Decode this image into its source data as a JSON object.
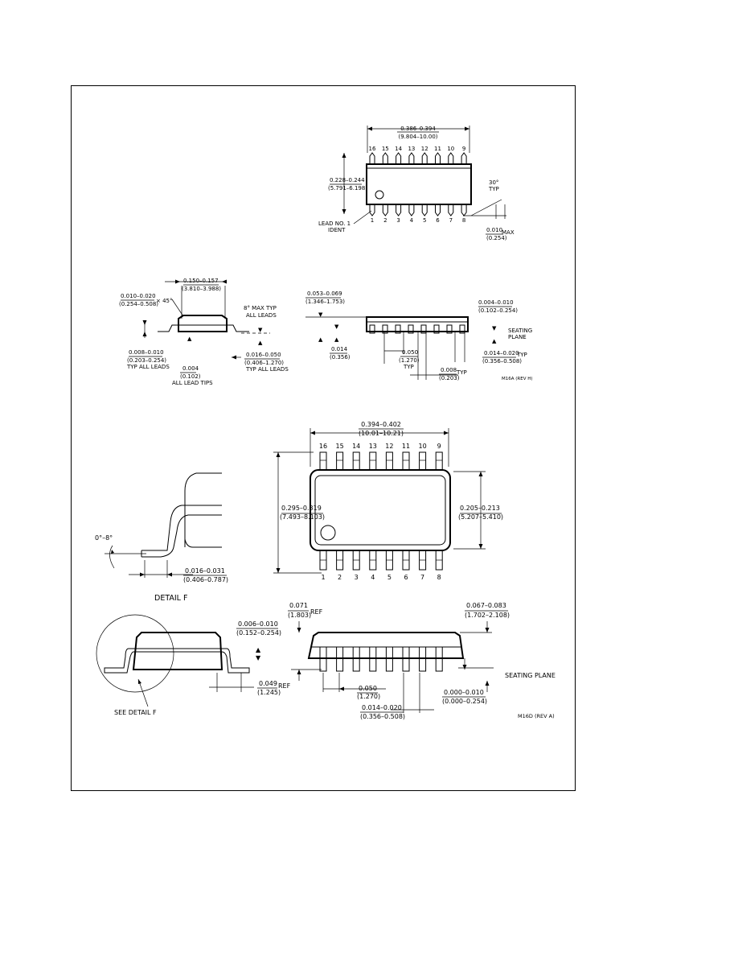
{
  "top_view": {
    "length_in": "0.386–0.394",
    "length_mm": "(9.804–10.00)",
    "pins_top": [
      "16",
      "15",
      "14",
      "13",
      "12",
      "11",
      "10",
      "9"
    ],
    "pins_bottom": [
      "1",
      "2",
      "3",
      "4",
      "5",
      "6",
      "7",
      "8"
    ],
    "width_in": "0.228–0.244",
    "width_mm": "(5.791–6.198)",
    "lead_ident_1": "LEAD NO. 1",
    "lead_ident_2": "IDENT",
    "angle_1": "30°",
    "angle_2": "TYP",
    "max_in": "0.010",
    "max_label": "MAX",
    "max_mm": "(0.254)"
  },
  "side_view_left": {
    "body_in": "0.150–0.157",
    "body_mm": "(3.810–3.988)",
    "chamfer_in": "0.010–0.020",
    "chamfer_mm": "(0.254–0.508)",
    "chamfer_angle": "× 45°",
    "angle_1": "8° MAX TYP",
    "angle_2": "ALL LEADS",
    "lead_thk_in": "0.008–0.010",
    "lead_thk_mm": "(0.203–0.254)",
    "lead_thk_note": "TYP ALL LEADS",
    "foot_in": "0.016–0.050",
    "foot_mm": "(0.406–1.270)",
    "foot_note": "TYP ALL LEADS",
    "tip_in": "0.004",
    "tip_mm": "(0.102)",
    "tip_note": "ALL LEAD TIPS"
  },
  "side_view_right": {
    "height_in": "0.053–0.069",
    "height_mm": "(1.346–1.753)",
    "standoff_in": "0.004–0.010",
    "standoff_mm": "(0.102–0.254)",
    "seating_1": "SEATING",
    "seating_2": "PLANE",
    "h_in": "0.014",
    "h_mm": "(0.356)",
    "pitch_in": "0.050",
    "pitch_mm": "(1.270)",
    "pitch_typ": "TYP",
    "lead_w_in": "0.014–0.020",
    "lead_w_typ": "TYP",
    "lead_w_mm": "(0.356–0.508)",
    "w2_in": "0.008",
    "w2_typ": "TYP",
    "w2_mm": "(0.203)",
    "code": "M16A (REV H)"
  },
  "ssop_top": {
    "length_in": "0.394–0.402",
    "length_mm": "(10.01–10.21)",
    "pins_top": [
      "16",
      "15",
      "14",
      "13",
      "12",
      "11",
      "10",
      "9"
    ],
    "pins_bottom": [
      "1",
      "2",
      "3",
      "4",
      "5",
      "6",
      "7",
      "8"
    ],
    "overall_in": "0.295–0.319",
    "overall_mm": "(7.493–8.103)",
    "body_in": "0.205–0.213",
    "body_mm": "(5.207–5.410)"
  },
  "detail_f": {
    "angle": "0°–8°",
    "foot_in": "0.016–0.031",
    "foot_mm": "(0.406–0.787)",
    "label": "DETAIL F"
  },
  "ssop_side_left": {
    "thk_in": "0.006–0.010",
    "thk_mm": "(0.152–0.254)",
    "lead_in": "0.049",
    "lead_ref": "REF",
    "lead_mm": "(1.245)",
    "see_detail": "SEE DETAIL F"
  },
  "ssop_side_right": {
    "ref_in": "0.071",
    "ref_label": "REF",
    "ref_mm": "(1.803)",
    "height_in": "0.067–0.083",
    "height_mm": "(1.702–2.108)",
    "seating": "SEATING PLANE",
    "pitch_in": "0.050",
    "pitch_mm": "(1.270)",
    "standoff_in": "0.000–0.010",
    "standoff_mm": "(0.000–0.254)",
    "lead_w_in": "0.014–0.020",
    "lead_w_mm": "(0.356–0.508)",
    "code": "M16D (REV A)"
  }
}
